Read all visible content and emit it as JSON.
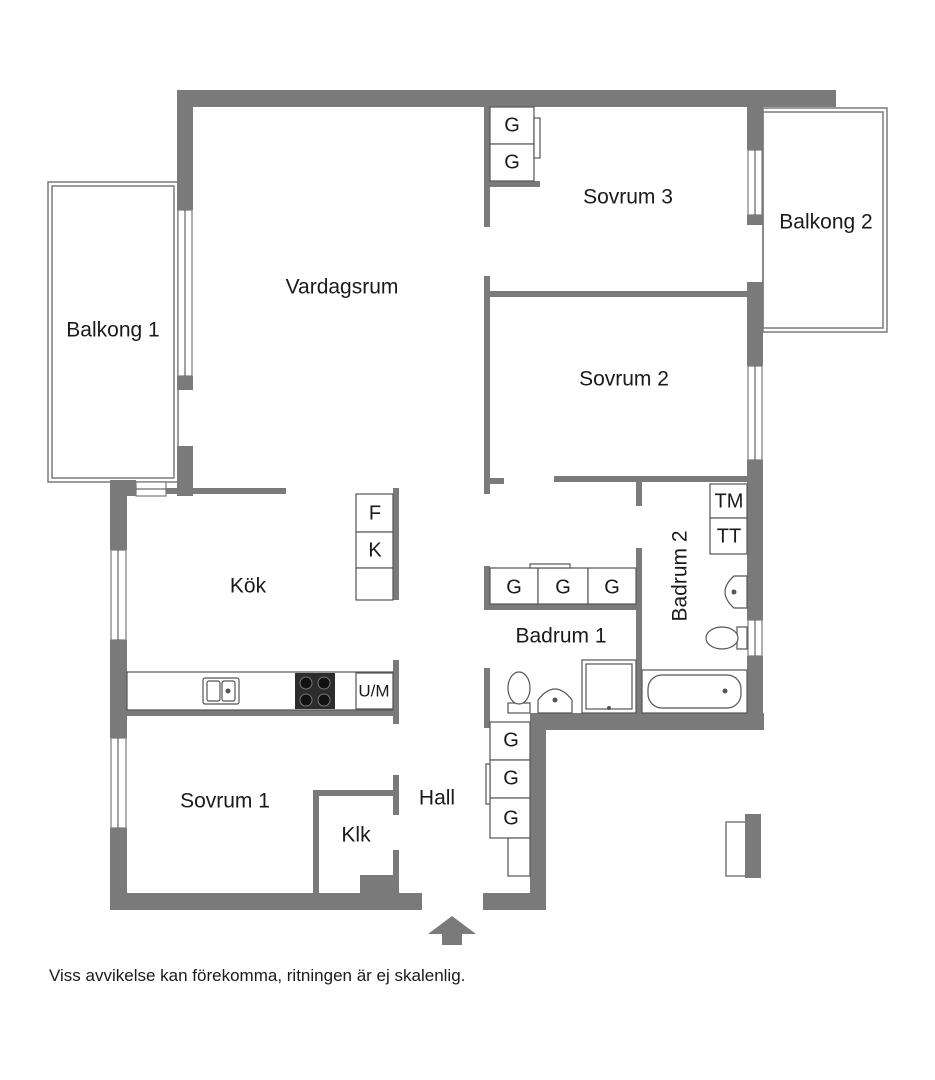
{
  "rooms": {
    "vardagsrum": "Vardagsrum",
    "balkong1": "Balkong 1",
    "balkong2": "Balkong 2",
    "sovrum3": "Sovrum 3",
    "sovrum2": "Sovrum 2",
    "sovrum1": "Sovrum 1",
    "kok": "Kök",
    "badrum1": "Badrum 1",
    "badrum2": "Badrum 2",
    "hall": "Hall",
    "klk": "Klk"
  },
  "fixtures": {
    "fridge": "F",
    "freezer": "K",
    "dishwasher": "U/M",
    "wardrobe": "G",
    "washer": "TM",
    "dryer": "TT"
  },
  "disclaimer": "Viss avvikelse kan förekomma, ritningen är ej skalenlig.",
  "colors": {
    "wall": "#7a7a7a",
    "background": "#ffffff",
    "text": "#1a1a1a"
  }
}
